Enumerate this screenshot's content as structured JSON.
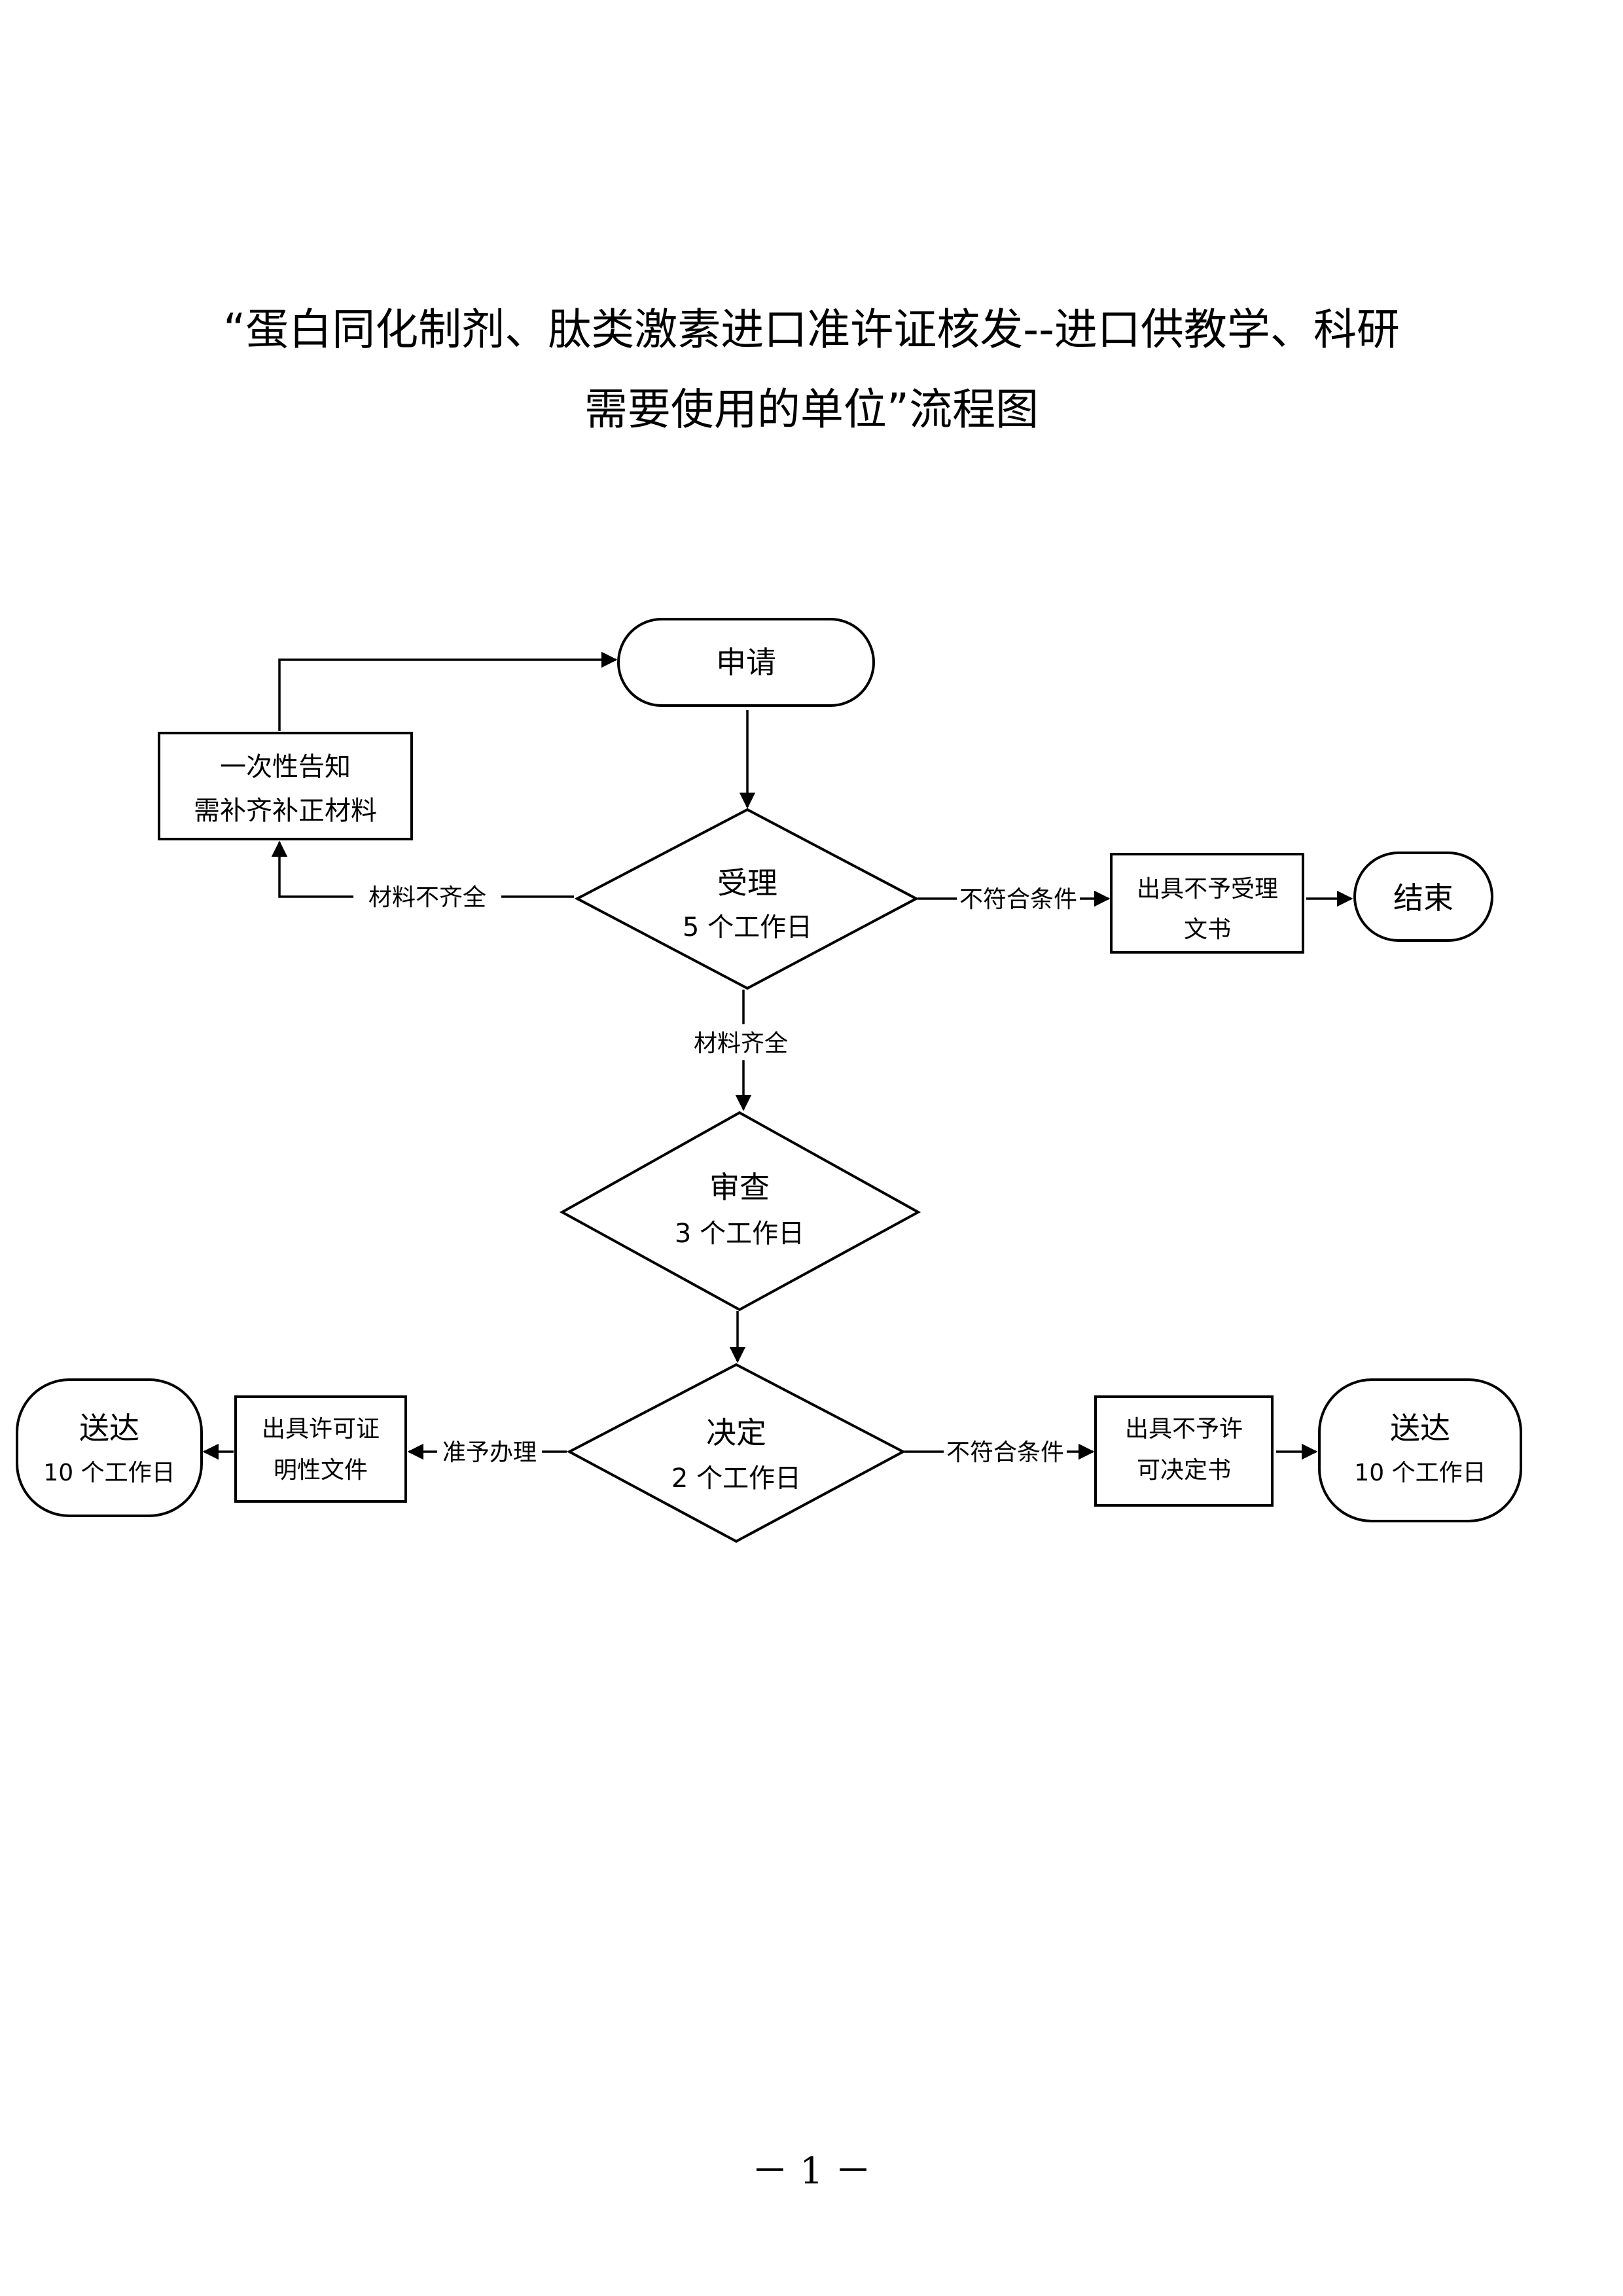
{
  "title": {
    "line1": "“蛋白同化制剂、肽类激素进口准许证核发--进口供教学、科研",
    "line2": "需要使用的单位”流程图"
  },
  "nodes": {
    "apply": "申请",
    "notify_line1": "一次性告知",
    "notify_line2": "需补齐补正材料",
    "accept_title": "受理",
    "accept_days": "5 个工作日",
    "reject_doc_line1": "出具不予受理",
    "reject_doc_line2": "文书",
    "end": "结束",
    "review_title": "审查",
    "review_days": "3 个工作日",
    "decide_title": "决定",
    "decide_days": "2 个工作日",
    "permit_doc_line1": "出具许可证",
    "permit_doc_line2": "明性文件",
    "deliver_left_title": "送达",
    "deliver_left_days": "10 个工作日",
    "deny_doc_line1": "出具不予许",
    "deny_doc_line2": "可决定书",
    "deliver_right_title": "送达",
    "deliver_right_days": "10 个工作日"
  },
  "edges": {
    "incomplete": "材料不齐全",
    "not_qualified_accept": "不符合条件",
    "complete": "材料齐全",
    "approve": "准予办理",
    "not_qualified_decide": "不符合条件"
  },
  "footer": {
    "page_number": "－ 1 －"
  }
}
